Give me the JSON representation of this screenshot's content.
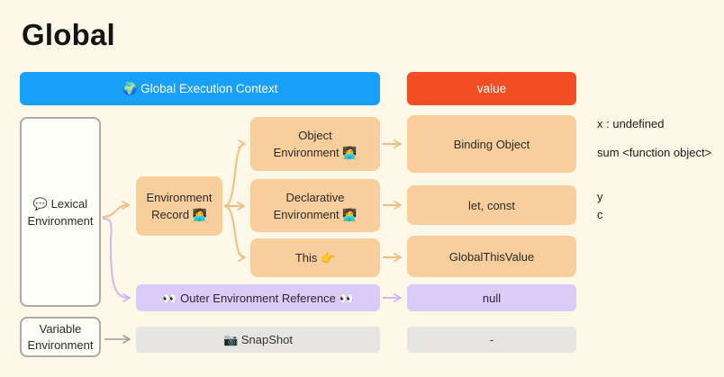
{
  "title": "Global",
  "banner": {
    "label": "🌍 Global Execution Context"
  },
  "value_header": {
    "label": "value"
  },
  "lexical_environment": {
    "line1": "💬 Lexical",
    "line2": "Environment"
  },
  "environment_record": {
    "line1": "Environment",
    "line2": "Record 🧑‍💻"
  },
  "object_environment": {
    "line1": "Object",
    "line2": "Environment 🧑‍💻"
  },
  "declarative_environment": {
    "line1": "Declarative",
    "line2": "Environment 🧑‍💻"
  },
  "this_binding": {
    "label": "This 👉"
  },
  "binding_object": {
    "label": "Binding Object"
  },
  "let_const": {
    "label": "let, const"
  },
  "global_this_value": {
    "label": "GlobalThisValue"
  },
  "outer_environment_reference": {
    "label": "👀 Outer Environment Reference 👀"
  },
  "null_value": {
    "label": "null"
  },
  "variable_environment": {
    "line1": "Variable",
    "line2": "Environment"
  },
  "snapshot": {
    "label": "📷 SnapShot"
  },
  "snapshot_value": {
    "label": "-"
  },
  "annotations": {
    "binding_object_line1": "x : undefined",
    "binding_object_line2": "sum <function object>",
    "let_const_line1": "y",
    "let_const_line2": "c"
  },
  "colors": {
    "background": "#FDF8E8",
    "banner_blue": "#18A0FB",
    "value_red": "#F14E23",
    "node_orange": "#F8CE9C",
    "node_purple": "#DECAF9",
    "node_grey": "#E6E5E2",
    "outline_border": "#ABABAB",
    "arrow_orange": "#F3BD82",
    "arrow_purple": "#D5B5F2",
    "arrow_grey": "#9C9C9C"
  }
}
